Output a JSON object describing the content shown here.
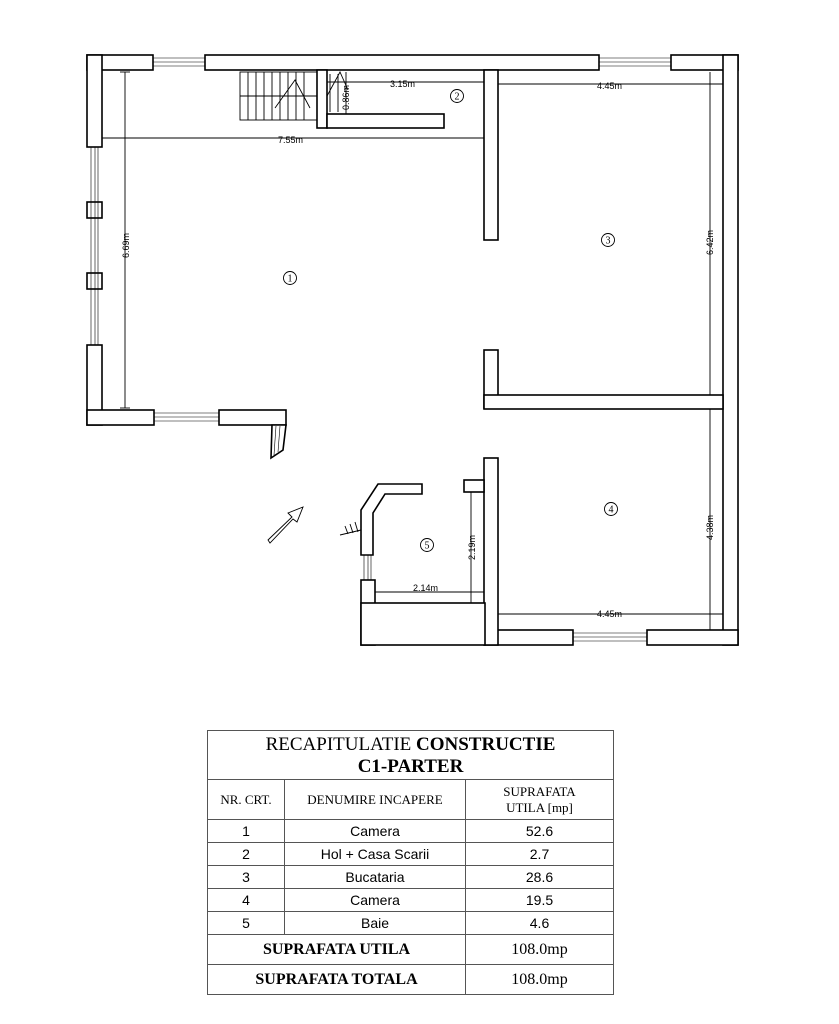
{
  "plan": {
    "dimensions": {
      "d_7_55": "7.55m",
      "d_3_15": "3.15m",
      "d_0_86": "0.86m",
      "d_4_45_top": "4.45m",
      "d_6_69": "6.69m",
      "d_6_42": "6.42m",
      "d_4_38": "4.38m",
      "d_2_19": "2.19m",
      "d_2_14": "2.14m",
      "d_4_45_bottom": "4.45m"
    },
    "room_numbers": {
      "r1": "1",
      "r2": "2",
      "r3": "3",
      "r4": "4",
      "r5": "5"
    }
  },
  "summary": {
    "title_normal": "RECAPITULATIE",
    "title_bold": "CONSTRUCTIE",
    "subtitle": "C1-PARTER",
    "headers": {
      "nr": "NR. CRT.",
      "name": "DENUMIRE INCAPERE",
      "area_line1": "SUPRAFATA",
      "area_line2": "UTILA [mp]"
    },
    "rows": [
      {
        "nr": "1",
        "name": "Camera",
        "area": "52.6"
      },
      {
        "nr": "2",
        "name": "Hol + Casa Scarii",
        "area": "2.7"
      },
      {
        "nr": "3",
        "name": "Bucataria",
        "area": "28.6"
      },
      {
        "nr": "4",
        "name": "Camera",
        "area": "19.5"
      },
      {
        "nr": "5",
        "name": "Baie",
        "area": "4.6"
      }
    ],
    "total_utila_label": "SUPRAFATA UTILA",
    "total_utila_value": "108.0mp",
    "total_label": "SUPRAFATA TOTALA",
    "total_value": "108.0mp"
  }
}
